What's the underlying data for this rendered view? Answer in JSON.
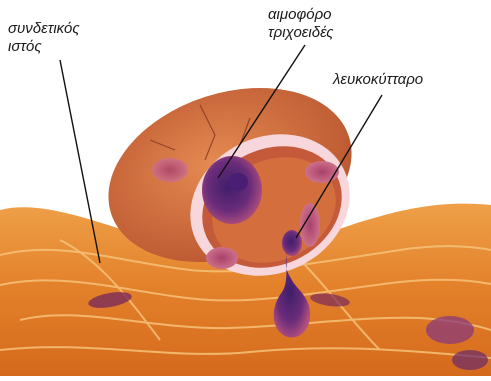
{
  "labels": {
    "connective_tissue_line1": "συνδετικός",
    "connective_tissue_line2": "ιστός",
    "capillary_line1": "αιμοφόρο",
    "capillary_line2": "τριχοειδές",
    "leukocyte": "λευκοκύτταρο"
  },
  "colors": {
    "tissue_orange": "#e8862a",
    "tissue_dark": "#c9651a",
    "vessel_wall": "#c86a3a",
    "vessel_lumen": "#f3c7cf",
    "cell_purple": "#5a2a6e",
    "cell_pink": "#b8557a",
    "leader_line": "#111111"
  }
}
